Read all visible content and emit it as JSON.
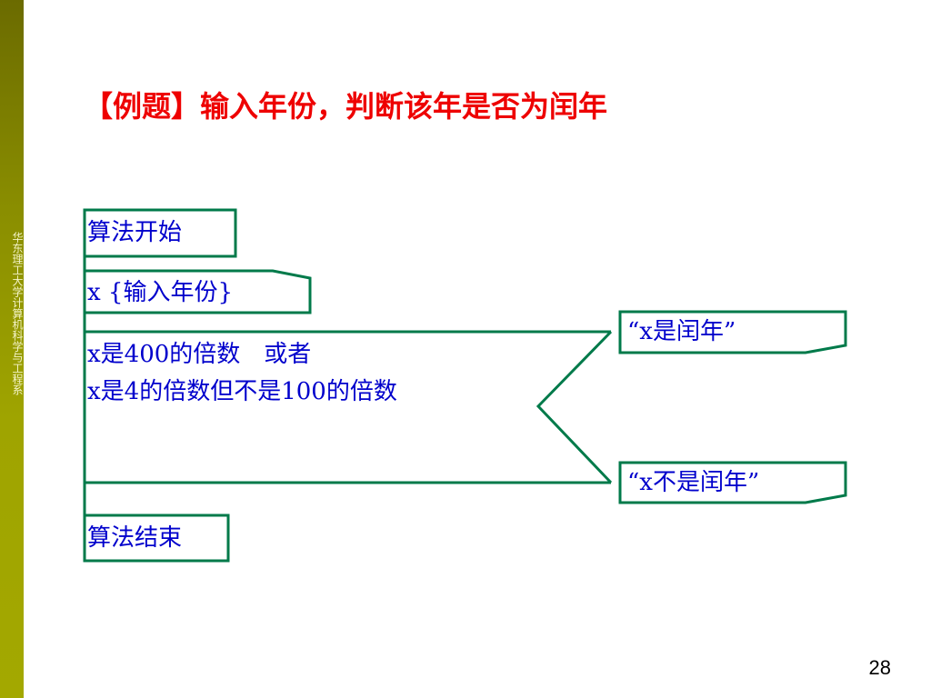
{
  "sidebar": {
    "text": "华东理工大学计算机科学与工程系"
  },
  "slide": {
    "title": "【例题】输入年份，判断该年是否为闰年",
    "page_number": "28"
  },
  "diagram": {
    "start": "算法开始",
    "input": "x {输入年份}",
    "condition_line1": "x是400的倍数　或者",
    "condition_line2": "x是4的倍数但不是100的倍数",
    "yes_output": "“x是闰年”",
    "no_output": "“x不是闰年”",
    "end": "算法结束",
    "line_color": "#007a4a",
    "text_color": "#0000cc"
  }
}
